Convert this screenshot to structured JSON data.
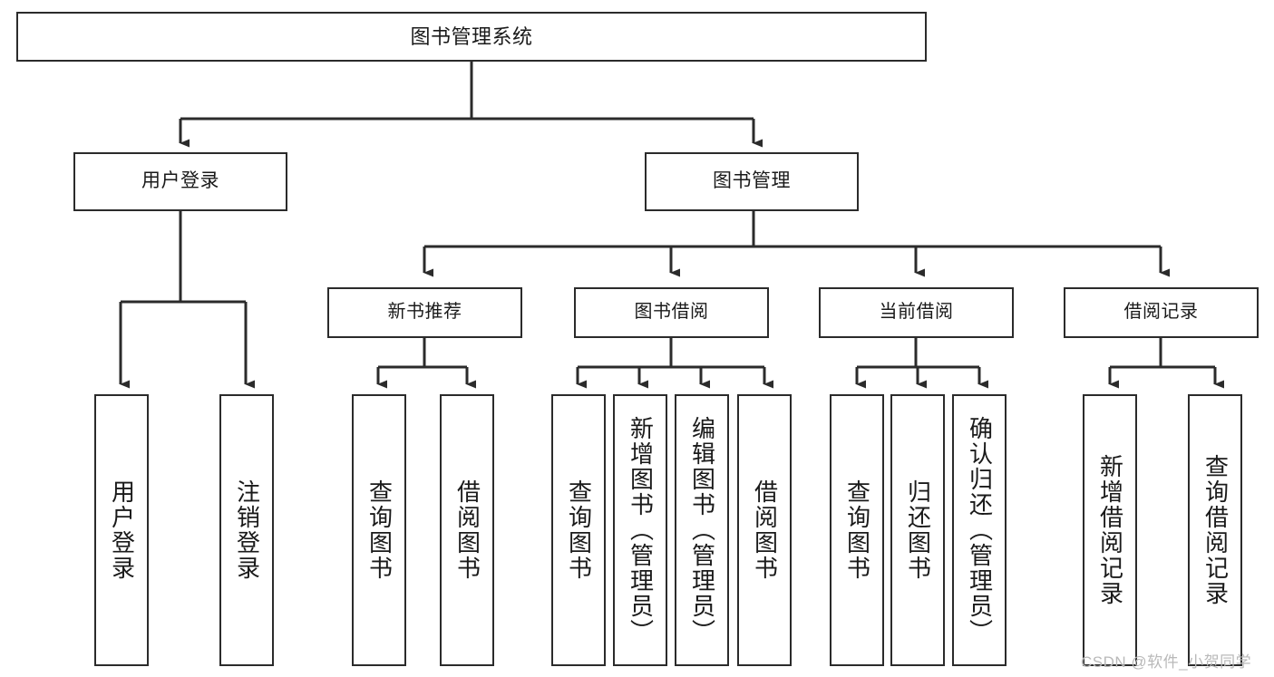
{
  "diagram": {
    "title": "图书管理系统",
    "type": "tree-hierarchy-chart",
    "root": {
      "label": "图书管理系统"
    },
    "level2": [
      {
        "label": "用户登录"
      },
      {
        "label": "图书管理"
      }
    ],
    "level3": [
      {
        "label": "新书推荐"
      },
      {
        "label": "图书借阅"
      },
      {
        "label": "当前借阅"
      },
      {
        "label": "借阅记录"
      }
    ],
    "leaves": {
      "user_login": [
        {
          "label": "用户登录"
        },
        {
          "label": "注销登录"
        }
      ],
      "new_book_recommend": [
        {
          "label": "查询图书"
        },
        {
          "label": "借阅图书"
        }
      ],
      "book_borrow": [
        {
          "label": "查询图书"
        },
        {
          "label": "新增图书（管理员）"
        },
        {
          "label": "编辑图书（管理员）"
        },
        {
          "label": "借阅图书"
        }
      ],
      "current_borrow": [
        {
          "label": "查询图书"
        },
        {
          "label": "归还图书"
        },
        {
          "label": "确认归还（管理员）"
        }
      ],
      "borrow_record": [
        {
          "label": "新增借阅记录"
        },
        {
          "label": "查询借阅记录"
        }
      ]
    }
  },
  "watermark": {
    "text": "CSDN @软件_小贺同学"
  },
  "colors": {
    "stroke": "#2b2b2b",
    "text": "#1a1a1a",
    "background": "#ffffff",
    "watermark": "#b9b9b9"
  }
}
